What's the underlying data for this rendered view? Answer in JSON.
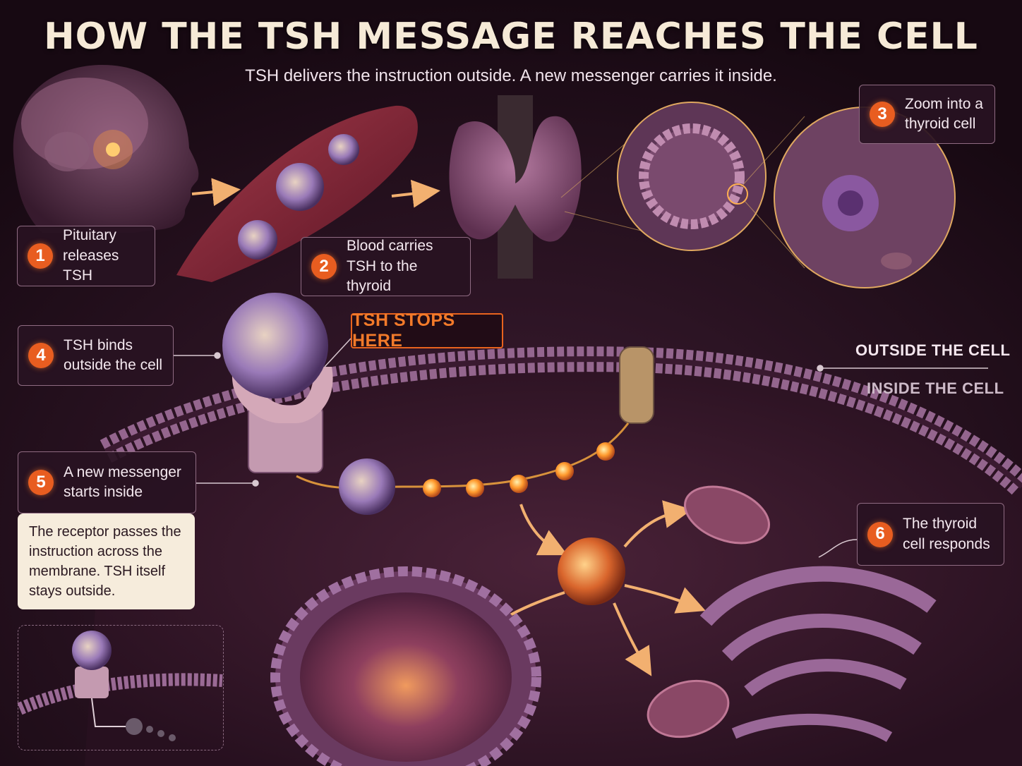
{
  "title": "HOW THE TSH MESSAGE REACHES THE CELL",
  "subtitle": "TSH delivers the instruction outside. A new messenger carries it inside.",
  "steps": [
    {
      "number": "1",
      "text": "Pituitary releases TSH"
    },
    {
      "number": "2",
      "text": "Blood carries TSH to the thyroid"
    },
    {
      "number": "3",
      "text": "Zoom into a thyroid cell"
    },
    {
      "number": "4",
      "text": "TSH binds outside the cell"
    },
    {
      "number": "5",
      "text": "A new messenger starts inside"
    },
    {
      "number": "6",
      "text": "The thyroid cell responds"
    }
  ],
  "stop_label": "TSH STOPS HERE",
  "outside_label": "OUTSIDE THE CELL",
  "inside_label": "INSIDE THE CELL",
  "note": "The receptor passes the instruction across the membrane. TSH itself stays outside.",
  "colors": {
    "background": "#1b0c17",
    "accent": "#e85d20",
    "membrane": "#9a6a95",
    "signal": "#ffb040",
    "note_bg": "#f6ecdc"
  }
}
